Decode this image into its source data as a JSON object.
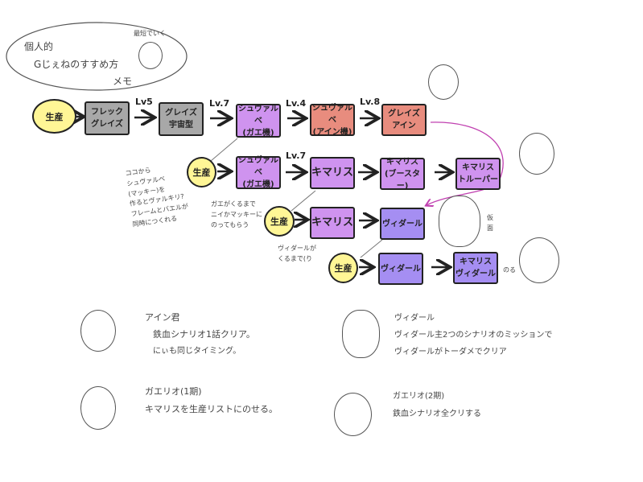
{
  "title": {
    "line1": "個人的",
    "line2": "Gじぇねのすすめ方",
    "line3": "メモ",
    "bubble": "最短でいく"
  },
  "flow": {
    "row1": [
      {
        "label1": "生産"
      },
      {
        "label1": "フレック",
        "label2": "グレイズ"
      },
      {
        "label1": "グレイズ",
        "label2": "宇宙型"
      },
      {
        "label1": "シュヴァルベ",
        "label2": "(ガエ機)"
      },
      {
        "label1": "シュヴァルベ",
        "label2": "(アイン機)"
      },
      {
        "label1": "グレイズ",
        "label2": "アイン"
      }
    ],
    "row1_levels": [
      "Lv5",
      "Lv.7",
      "Lv.4",
      "Lv.8"
    ],
    "row2": [
      {
        "label1": "生産"
      },
      {
        "label1": "シュヴァルベ",
        "label2": "(ガエ機)"
      },
      {
        "label1": "キマリス"
      },
      {
        "label1": "キマリス",
        "label2": "(ブースター)"
      },
      {
        "label1": "キマリス",
        "label2": "トルーパー"
      }
    ],
    "row2_levels": [
      "Lv.7"
    ],
    "row3": [
      {
        "label1": "生産"
      },
      {
        "label1": "キマリス"
      },
      {
        "label1": "ヴィダール"
      }
    ],
    "row4": [
      {
        "label1": "生産"
      },
      {
        "label1": "ヴィダール"
      },
      {
        "label1": "キマリス",
        "label2": "ヴィダール"
      }
    ]
  },
  "notes": {
    "left": [
      "ココから",
      "シュヴァルベ",
      "(マッキー)を",
      "作るとヴァルキリ?",
      "フレームとバエルが",
      "同時につくれる"
    ],
    "gae": [
      "ガエがくるまで",
      "ニイかマッキーに",
      "のってもらう"
    ],
    "vidar_wait": [
      "ヴィダールが",
      "くるまで(り"
    ],
    "mask": "仮面",
    "ride": "のる"
  },
  "legend": [
    {
      "name": "アイン君",
      "lines": [
        "鉄血シナリオ1話クリア。",
        "にぃも同じタイミング。"
      ]
    },
    {
      "name": "ガエリオ(1期)",
      "lines": [
        "キマリスを生産リストにのせる。"
      ]
    },
    {
      "name": "ヴィダール",
      "lines": [
        "ヴィダール主2つのシナリオのミッションで",
        "ヴィダールがトーダメでクリア"
      ]
    },
    {
      "name": "ガエリオ(2期)",
      "lines": [
        "鉄血シナリオ全クリする"
      ]
    }
  ]
}
